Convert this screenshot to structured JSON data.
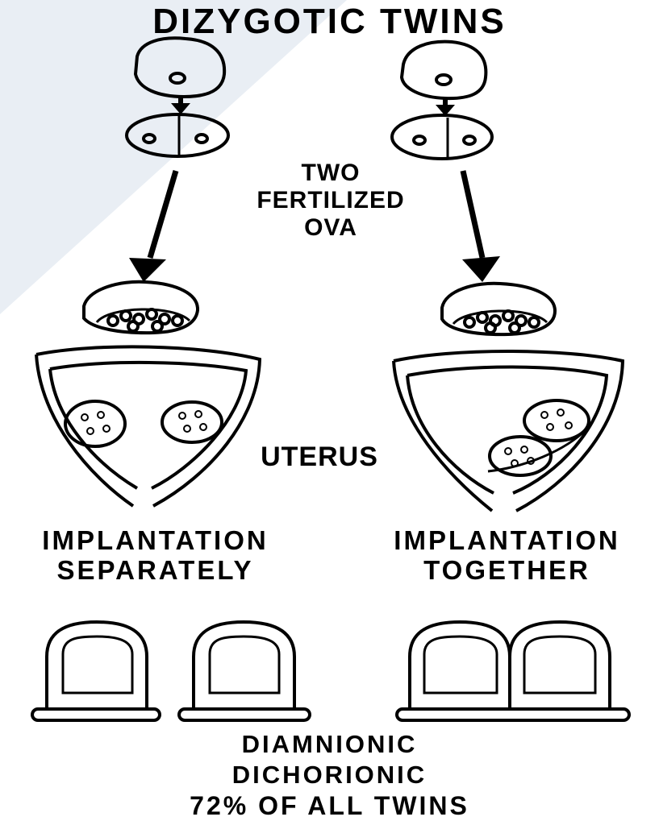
{
  "title": "DIZYGOTIC TWINS",
  "fertilized_label": [
    "TWO",
    "FERTILIZED",
    "OVA"
  ],
  "uterus_label": "UTERUS",
  "implantation_separately": [
    "IMPLANTATION",
    "SEPARATELY"
  ],
  "implantation_together": [
    "IMPLANTATION",
    "TOGETHER"
  ],
  "membrane_labels": [
    "DIAMNIONIC",
    "DICHORIONIC"
  ],
  "footer": "72% OF ALL TWINS",
  "colors": {
    "background": "#ffffff",
    "shade": "#e9eef4",
    "ink": "#000000"
  }
}
